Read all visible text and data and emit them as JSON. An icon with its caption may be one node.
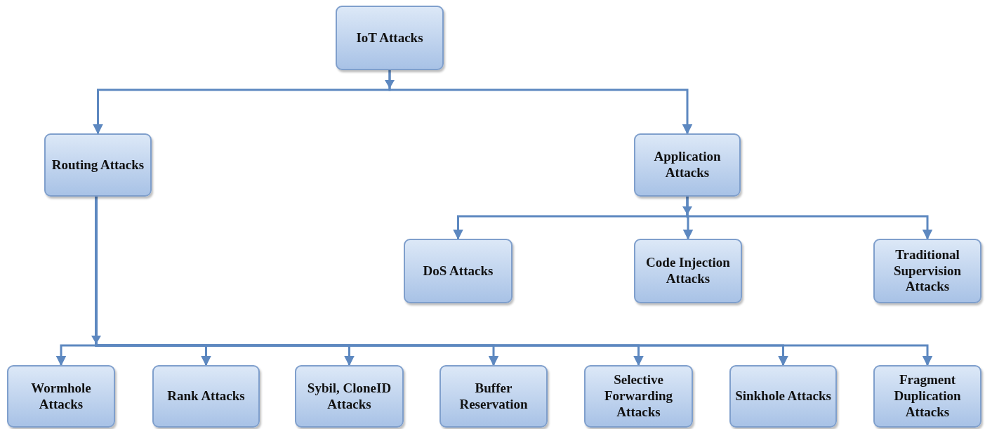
{
  "diagram": {
    "nodes": [
      {
        "text": [
          "IoT Attacks"
        ]
      },
      {
        "text": [
          "Routing Attacks"
        ]
      },
      {
        "text": [
          "Application Attacks"
        ]
      },
      {
        "text": [
          "DoS Attacks"
        ]
      },
      {
        "text": [
          "Code Injection Attacks"
        ]
      },
      {
        "text": [
          "Traditional Supervision Attacks"
        ]
      },
      {
        "text": [
          "Wormhole Attacks"
        ]
      },
      {
        "text": [
          "Rank Attacks"
        ]
      },
      {
        "text": [
          "Sybil, CloneID Attacks"
        ]
      },
      {
        "text": [
          "Buffer Reservation"
        ]
      },
      {
        "text": [
          "Selective Forwarding Attacks"
        ]
      },
      {
        "text": [
          "Sinkhole Attacks"
        ]
      },
      {
        "text": [
          "Fragment Duplication Attacks"
        ]
      }
    ],
    "edges": [
      {
        "from": 0,
        "to": 1,
        "arrow": "to"
      },
      {
        "from": 0,
        "to": 2,
        "arrow": "to"
      },
      {
        "from": 2,
        "to": 3,
        "arrow": "to"
      },
      {
        "from": 2,
        "to": 4,
        "arrow": "to"
      },
      {
        "from": 2,
        "to": 5,
        "arrow": "to"
      },
      {
        "from": 1,
        "to": 6,
        "arrow": "to"
      },
      {
        "from": 1,
        "to": 7,
        "arrow": "to"
      },
      {
        "from": 1,
        "to": 8,
        "arrow": "to"
      },
      {
        "from": 1,
        "to": 9,
        "arrow": "to"
      },
      {
        "from": 1,
        "to": 10,
        "arrow": "to"
      },
      {
        "from": 1,
        "to": 11,
        "arrow": "to"
      },
      {
        "from": 1,
        "to": 12,
        "arrow": "to"
      }
    ]
  }
}
